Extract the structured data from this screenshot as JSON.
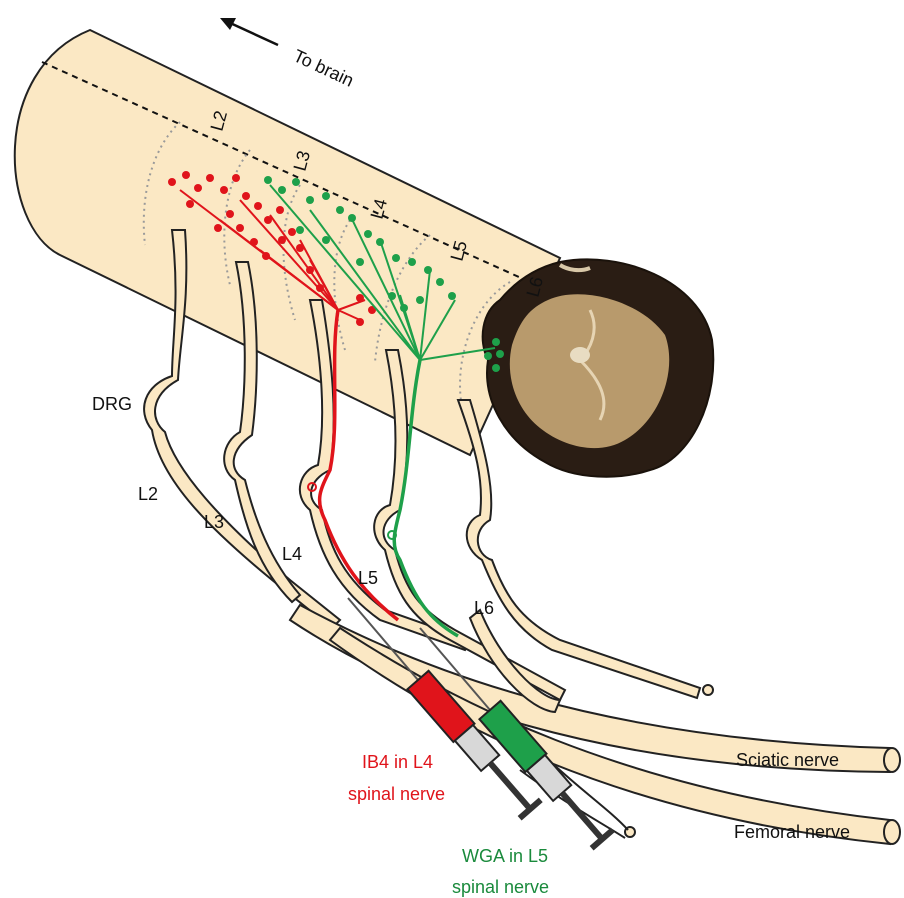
{
  "direction": {
    "label": "To brain"
  },
  "segments": [
    "L2",
    "L3",
    "L4",
    "L5",
    "L6"
  ],
  "drg_label": "DRG",
  "spinal_nerves": [
    "L2",
    "L3",
    "L4",
    "L5",
    "L6"
  ],
  "nerves": {
    "sciatic": "Sciatic nerve",
    "femoral": "Femoral nerve"
  },
  "injections": {
    "ib4": {
      "line1": "IB4 in L4",
      "line2": "spinal nerve"
    },
    "wga": {
      "line1": "WGA in L5",
      "line2": "spinal nerve"
    }
  },
  "colors": {
    "cord": "#fbe8c4",
    "outline": "#222222",
    "ib4": "#e0141b",
    "wga": "#1ea04a",
    "section_dark": "#2a1d14",
    "section_light": "#b89a6c"
  }
}
